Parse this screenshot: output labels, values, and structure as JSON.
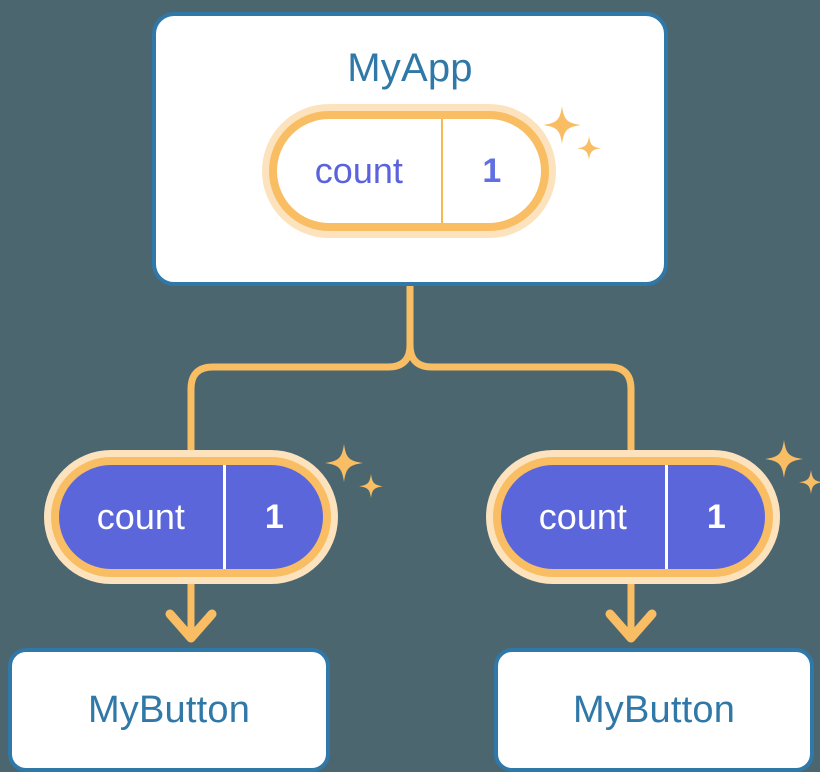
{
  "diagram": {
    "type": "component-state-tree",
    "background_color": "#4c6670",
    "accent_orange": "#f9bd64",
    "accent_halo": "#fce3bd",
    "accent_blue": "#2f78a8",
    "accent_purple": "#5b66da"
  },
  "app": {
    "title": "MyApp",
    "state": {
      "key": "count",
      "value": "1"
    }
  },
  "children": [
    {
      "title": "MyButton",
      "state": {
        "key": "count",
        "value": "1"
      }
    },
    {
      "title": "MyButton",
      "state": {
        "key": "count",
        "value": "1"
      }
    }
  ]
}
